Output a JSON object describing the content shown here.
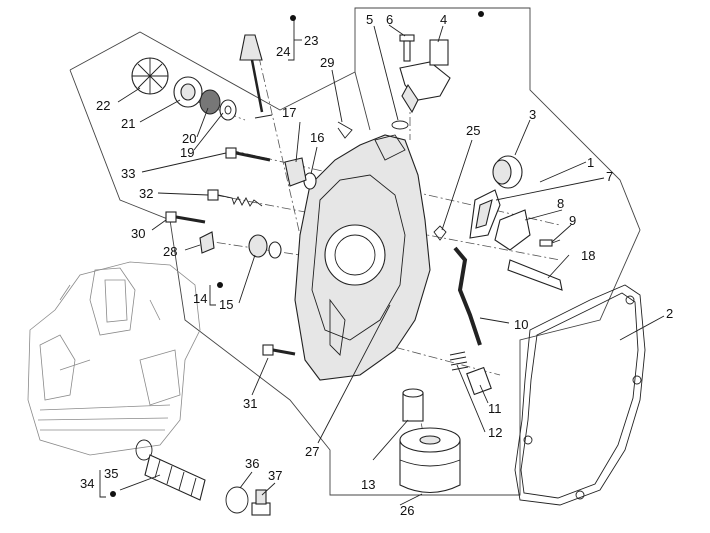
{
  "callouts": {
    "c1": "1",
    "c2": "2",
    "c3": "3",
    "c4": "4",
    "c5": "5",
    "c6": "6",
    "c7": "7",
    "c8": "8",
    "c9": "9",
    "c10": "10",
    "c11": "11",
    "c12": "12",
    "c13": "13",
    "c14": "14",
    "c15": "15",
    "c16": "16",
    "c17": "17",
    "c18": "18",
    "c19": "19",
    "c20": "20",
    "c21": "21",
    "c22": "22",
    "c23": "23",
    "c24": "24",
    "c25": "25",
    "c26": "26",
    "c27": "27",
    "c28": "28",
    "c29": "29",
    "c30": "30",
    "c31": "31",
    "c32": "32",
    "c33": "33",
    "c34": "34",
    "c35": "35",
    "c36": "36",
    "c37": "37"
  },
  "colors": {
    "line": "#222222",
    "background": "#ffffff",
    "shade": "#e6e6e6"
  }
}
